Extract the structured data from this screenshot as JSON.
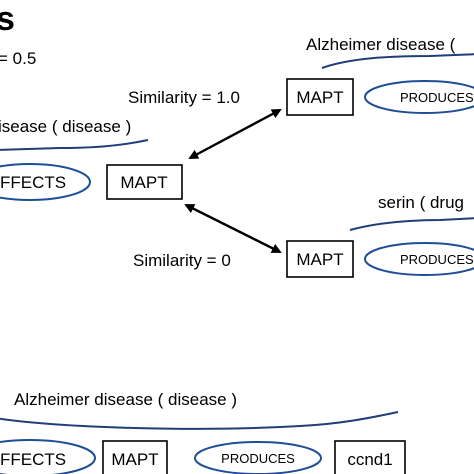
{
  "header": {
    "title_fragment": "s",
    "param_fragment": "= 0.5"
  },
  "top_right_group": {
    "label": "Alzheimer disease (",
    "node": "MAPT",
    "relation": "PRODUCES",
    "similarity": "Similarity = 1.0"
  },
  "left_group": {
    "label": "isease ( disease )",
    "relation": "FFECTS",
    "node": "MAPT"
  },
  "bottom_right_group": {
    "label": "serin ( drug",
    "node": "MAPT",
    "relation": "PRODUCES",
    "similarity": "Similarity = 0"
  },
  "bottom_group": {
    "label": "Alzheimer disease ( disease )",
    "relation_left": "FFECTS",
    "node": "MAPT",
    "relation_mid": "PRODUCES",
    "node_right": "ccnd1"
  },
  "colors": {
    "ellipse_stroke": "#1f4e99",
    "brace_stroke": "#1f3f7a"
  }
}
